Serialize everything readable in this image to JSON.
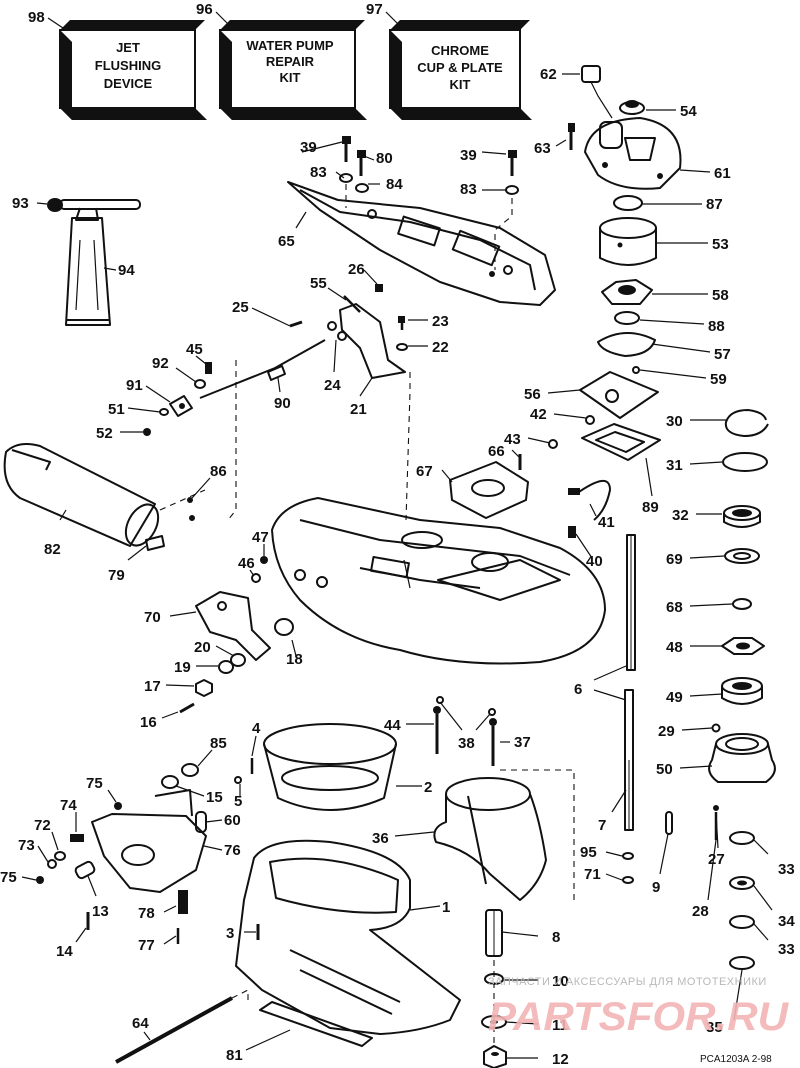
{
  "kits": [
    {
      "number": "98",
      "lines": [
        "JET",
        "FLUSHING",
        "DEVICE"
      ]
    },
    {
      "number": "96",
      "lines": [
        "WATER PUMP",
        "REPAIR",
        "KIT"
      ]
    },
    {
      "number": "97",
      "lines": [
        "CHROME",
        "CUP & PLATE",
        "KIT"
      ]
    }
  ],
  "part_labels": {
    "p1": "1",
    "p2": "2",
    "p3": "3",
    "p4": "4",
    "p5": "5",
    "p6": "6",
    "p7": "7",
    "p8": "8",
    "p9": "9",
    "p10": "10",
    "p11": "11",
    "p12": "12",
    "p13": "13",
    "p14": "14",
    "p15": "15",
    "p16": "16",
    "p17": "17",
    "p18": "18",
    "p19": "19",
    "p20": "20",
    "p21": "21",
    "p22": "22",
    "p23": "23",
    "p24": "24",
    "p25": "25",
    "p26": "26",
    "p27": "27",
    "p28": "28",
    "p29": "29",
    "p30": "30",
    "p31": "31",
    "p32": "32",
    "p33a": "33",
    "p33b": "33",
    "p34": "34",
    "p35": "35",
    "p36": "36",
    "p37": "37",
    "p38": "38",
    "p39a": "39",
    "p39b": "39",
    "p40": "40",
    "p41": "41",
    "p42": "42",
    "p43": "43",
    "p44": "44",
    "p45": "45",
    "p46": "46",
    "p47": "47",
    "p48": "48",
    "p49": "49",
    "p50": "50",
    "p51": "51",
    "p52": "52",
    "p53": "53",
    "p54": "54",
    "p55": "55",
    "p56": "56",
    "p57": "57",
    "p58": "58",
    "p59": "59",
    "p60": "60",
    "p61": "61",
    "p62": "62",
    "p63": "63",
    "p64": "64",
    "p65": "65",
    "p66": "66",
    "p67": "67",
    "p68": "68",
    "p69": "69",
    "p70": "70",
    "p71": "71",
    "p72": "72",
    "p73": "73",
    "p74": "74",
    "p75a": "75",
    "p75b": "75",
    "p76": "76",
    "p77": "77",
    "p78": "78",
    "p79": "79",
    "p80": "80",
    "p81": "81",
    "p82": "82",
    "p83a": "83",
    "p83b": "83",
    "p84": "84",
    "p85": "85",
    "p86": "86",
    "p87": "87",
    "p88": "88",
    "p89": "89",
    "p90": "90",
    "p91": "91",
    "p92": "92",
    "p93": "93",
    "p94": "94",
    "p95": "95"
  },
  "watermark": {
    "tagline": "ЗАПЧАСТИ И АКСЕССУАРЫ ДЛЯ МОТОТЕХНИКИ",
    "logo": "PARTSFOR.RU"
  },
  "figure_code": "PCA1203A   2-98",
  "colors": {
    "ink": "#111111",
    "paper": "#ffffff",
    "watermark": "#f2b4b4"
  }
}
